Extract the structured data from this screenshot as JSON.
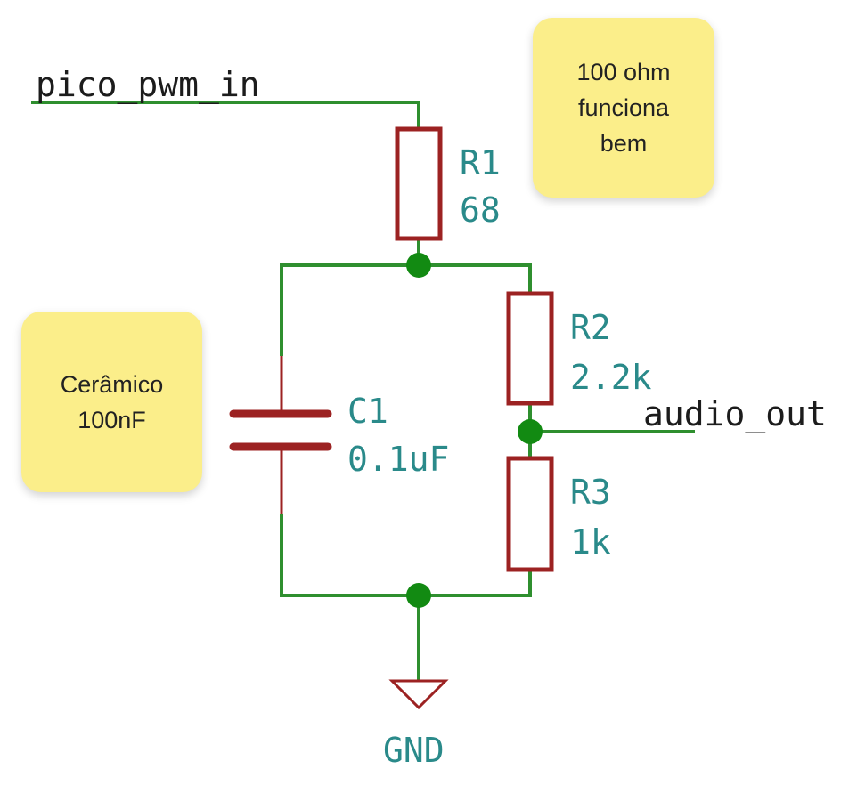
{
  "colors": {
    "wire": "#2f8f2f",
    "junction": "#128a12",
    "component": "#9c2222",
    "ref_text": "#2a8a8a",
    "net_label": "#1c1c1c",
    "note_bg": "#fbee8a"
  },
  "nets": {
    "input": "pico_pwm_in",
    "output": "audio_out",
    "ground": "GND"
  },
  "components": [
    {
      "ref": "R1",
      "value": "68",
      "type": "resistor"
    },
    {
      "ref": "R2",
      "value": "2.2k",
      "type": "resistor"
    },
    {
      "ref": "R3",
      "value": "1k",
      "type": "resistor"
    },
    {
      "ref": "C1",
      "value": "0.1uF",
      "type": "capacitor"
    }
  ],
  "notes": [
    {
      "text": "100 ohm\nfunciona\nbem"
    },
    {
      "text": "Cerâmico\n100nF"
    }
  ]
}
